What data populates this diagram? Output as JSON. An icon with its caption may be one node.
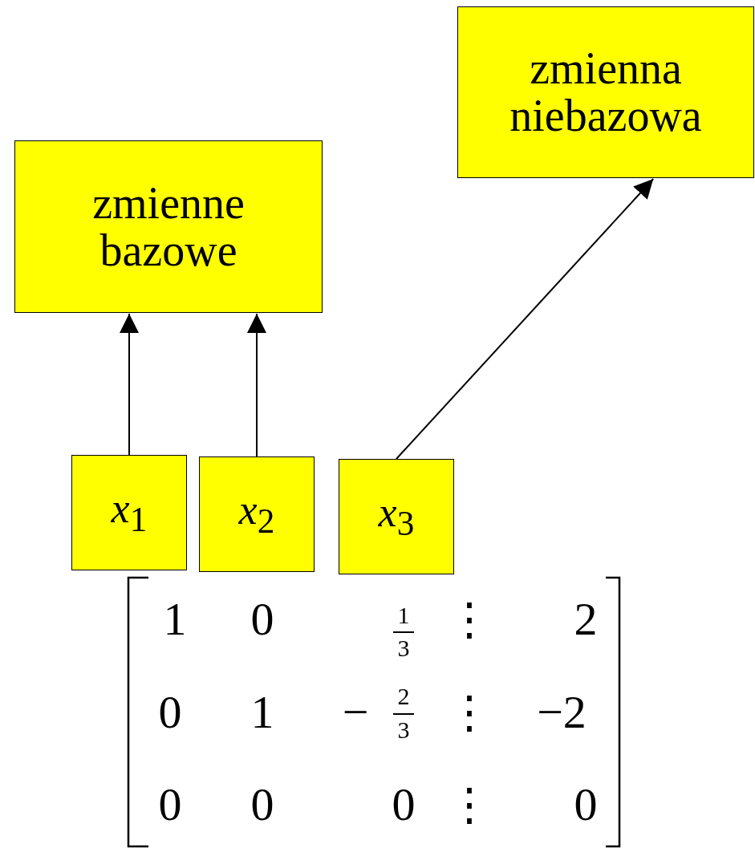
{
  "diagram": {
    "nodes": [
      {
        "text": [
          "zmienne bazowe"
        ]
      },
      {
        "text": [
          "zmienna niebazowa"
        ]
      },
      {
        "text": [
          "*x*$_{1}$"
        ]
      },
      {
        "text": [
          "*x*$_{2}$"
        ]
      },
      {
        "text": [
          "*x*$_{3}$"
        ]
      }
    ],
    "edges": [
      {
        "from": 2,
        "to": 0,
        "arrow": "to"
      },
      {
        "from": 3,
        "to": 0,
        "arrow": "to"
      },
      {
        "from": 4,
        "to": 1,
        "arrow": "to"
      }
    ],
    "labels": [
      "1",
      "0",
      "1",
      "3",
      "⋮",
      "2",
      "0",
      "1",
      "−",
      "2",
      "3",
      "⋮",
      "−2",
      "0",
      "0",
      "0",
      "⋮",
      "0"
    ]
  }
}
